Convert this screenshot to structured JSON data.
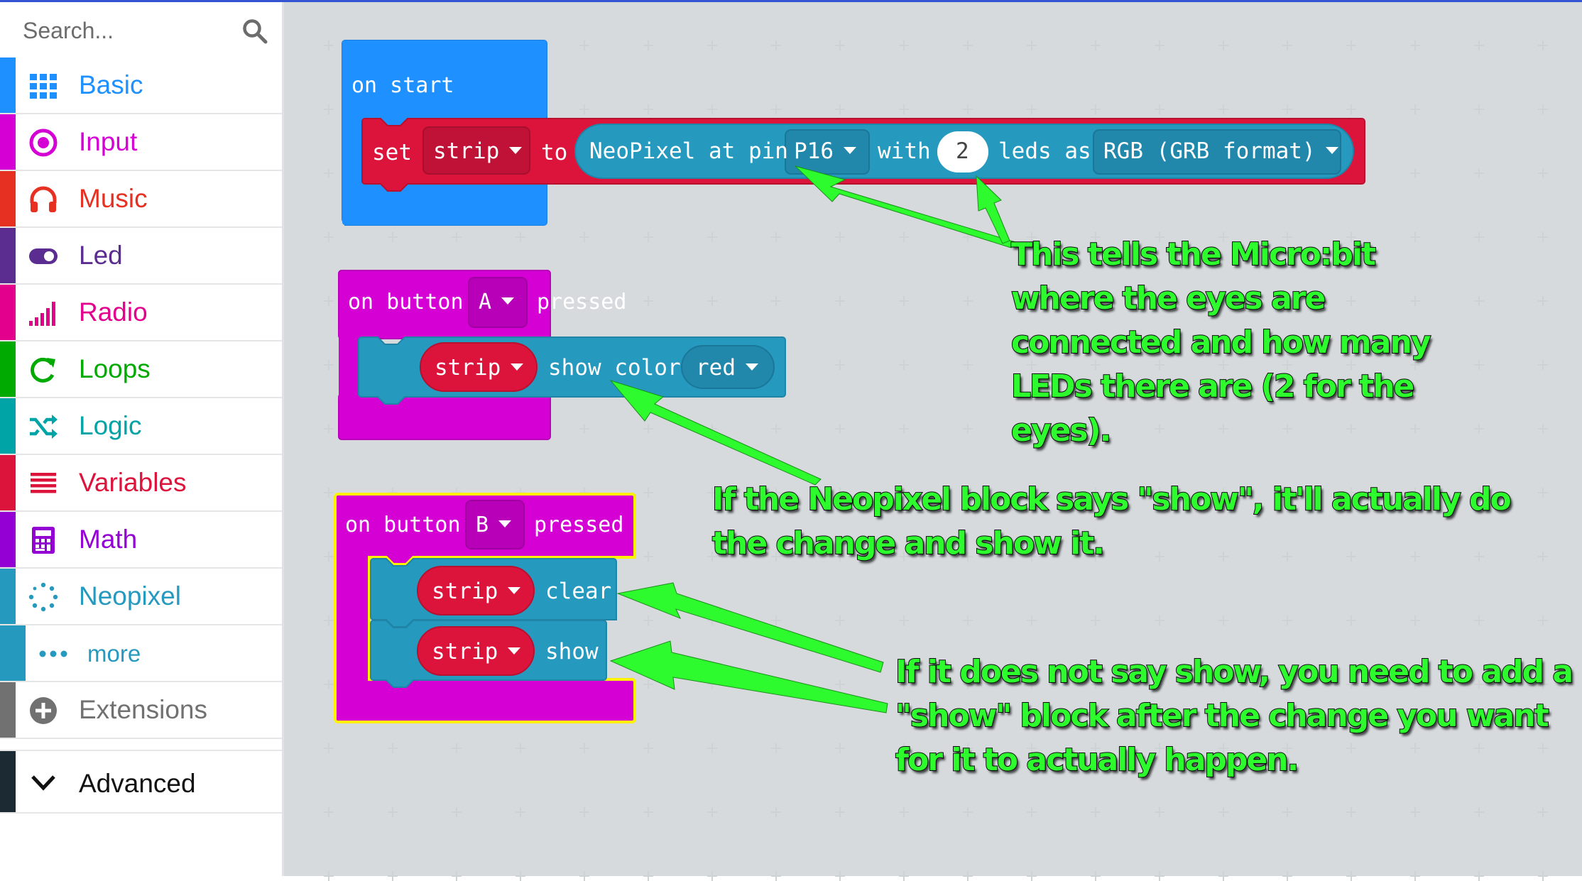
{
  "search": {
    "placeholder": "Search..."
  },
  "toolbox": {
    "categories": [
      {
        "label": "Basic",
        "color": "#1e90ff",
        "icon": "grid-icon"
      },
      {
        "label": "Input",
        "color": "#d400d4",
        "icon": "input-circle-icon"
      },
      {
        "label": "Music",
        "color": "#e63022",
        "icon": "headphones-icon"
      },
      {
        "label": "Led",
        "color": "#5c2d91",
        "icon": "toggle-icon"
      },
      {
        "label": "Radio",
        "color": "#e3008c",
        "icon": "signal-bars-icon"
      },
      {
        "label": "Loops",
        "color": "#00aa00",
        "icon": "loop-arrow-icon"
      },
      {
        "label": "Logic",
        "color": "#00a4a6",
        "icon": "shuffle-icon"
      },
      {
        "label": "Variables",
        "color": "#dc143c",
        "icon": "list-lines-icon"
      },
      {
        "label": "Math",
        "color": "#9400d3",
        "icon": "calculator-icon"
      },
      {
        "label": "Neopixel",
        "color": "#2699bf",
        "icon": "dotted-circle-icon"
      }
    ],
    "more": {
      "label": "more",
      "color": "#2699bf",
      "icon": "ellipsis-icon"
    },
    "extensions": {
      "label": "Extensions",
      "color": "#717171",
      "icon": "plus-circle-icon"
    },
    "advanced": {
      "label": "Advanced",
      "color": "#1c2a33",
      "icon": "chevron-down-icon"
    }
  },
  "blocks": {
    "on_start": {
      "hat": "on start",
      "set": "set",
      "variable": "strip",
      "to": "to",
      "neopixel_label": "NeoPixel at pin",
      "pin": "P16",
      "with": "with",
      "count": "2",
      "leds_as": "leds as",
      "mode": "RGB (GRB format)"
    },
    "button_a": {
      "on_button": "on button",
      "button": "A",
      "pressed": "pressed",
      "variable": "strip",
      "show_color": "show color",
      "color": "red"
    },
    "button_b": {
      "on_button": "on button",
      "button": "B",
      "pressed": "pressed",
      "variable1": "strip",
      "clear": "clear",
      "variable2": "strip",
      "show": "show"
    }
  },
  "annotations": {
    "note1": [
      "This tells the Micro:bit",
      "where the eyes are",
      "connected and how many",
      "LEDs there are (2 for the",
      "eyes)."
    ],
    "note2": [
      "If the Neopixel block says \"show\", it'll actually do",
      "the change and show it."
    ],
    "note3": [
      "If it does not say show, you need to add a",
      "\"show\" block after the change you want",
      "for it to actually happen."
    ]
  },
  "colors": {
    "event_pink": "#d400d4",
    "basic_blue": "#1e90ff",
    "variable_red": "#dc143c",
    "neopixel_teal": "#2699bf",
    "annotation_green": "#2dfb2d",
    "selection_yellow": "#fff200"
  }
}
